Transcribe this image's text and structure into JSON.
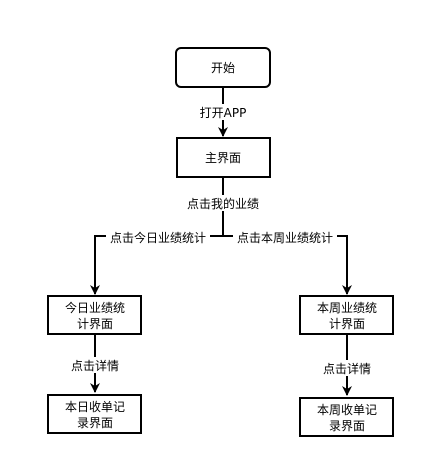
{
  "diagram": {
    "nodes": {
      "start": [
        "开始"
      ],
      "main": [
        "主界面"
      ],
      "today_stats": [
        "今日业绩统",
        "计界面"
      ],
      "week_stats": [
        "本周业绩统",
        "计界面"
      ],
      "today_orders": [
        "本日收单记",
        "录界面"
      ],
      "week_orders": [
        "本周收单记",
        "录界面"
      ]
    },
    "edges": {
      "open_app": "打开APP",
      "my_performance": "点击我的业绩",
      "today_perf": "点击今日业绩统计",
      "week_perf": "点击本周业绩统计",
      "detail_left": "点击详情",
      "detail_right": "点击详情"
    }
  }
}
